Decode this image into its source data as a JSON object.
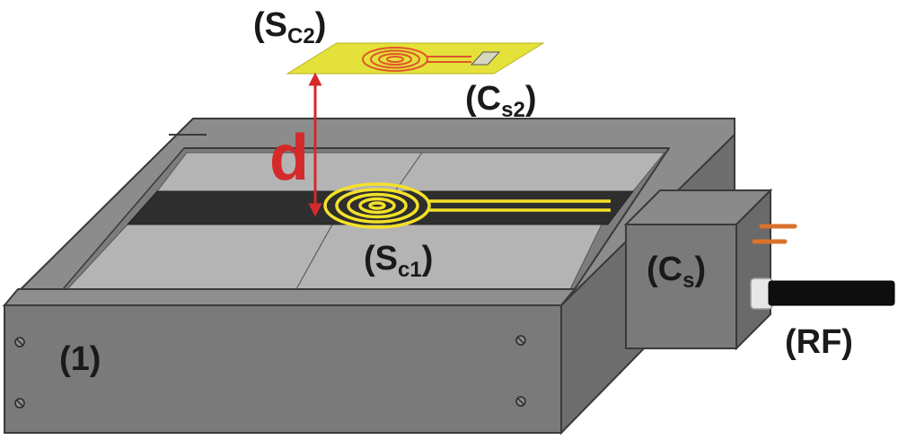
{
  "labels": {
    "sc2": {
      "main": "(S",
      "sub": "C2",
      "close": ")"
    },
    "cs2": {
      "main": "(C",
      "sub": "s2",
      "close": ")"
    },
    "d": "d",
    "sc1": {
      "main": "(S",
      "sub": "c1",
      "close": ")"
    },
    "cs": {
      "main": "(C",
      "sub": "s",
      "close": ")"
    },
    "rf": "(RF)",
    "one": "(1)"
  },
  "colors": {
    "box_front": "#7a7a7a",
    "box_top": "#8c8c8c",
    "box_side": "#6e6e6e",
    "panel_light": "#b4b4b4",
    "strip_dark": "#2e2e2e",
    "coil": "#f3e12a",
    "pcb": "#e4e23a",
    "coil_red": "#e0562a",
    "arrow": "#d42a2a",
    "connector_wire": "#d9722b",
    "cable": "#0e0e0e"
  }
}
